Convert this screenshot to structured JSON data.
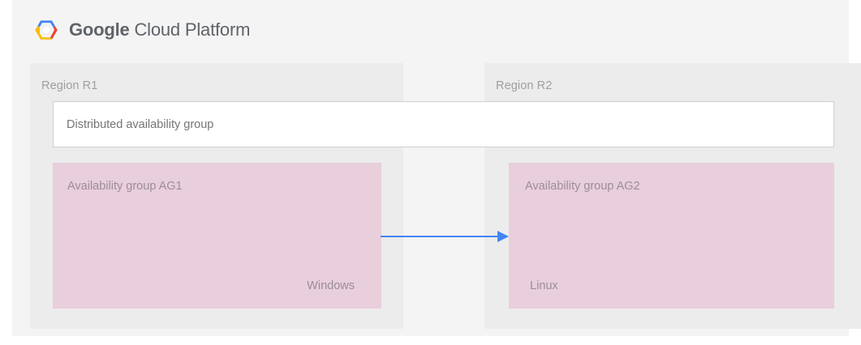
{
  "header": {
    "logo_icon": "google-cloud-platform-logo-icon",
    "brand_strong": "Google",
    "brand_light": " Cloud Platform"
  },
  "diagram": {
    "regions": [
      {
        "label": "Region R1"
      },
      {
        "label": "Region R2"
      }
    ],
    "distributed_group": {
      "label": "Distributed availability group"
    },
    "availability_groups": [
      {
        "title": "Availability group AG1",
        "os": "Windows"
      },
      {
        "title": "Availability group AG2",
        "os": "Linux"
      }
    ],
    "connector": {
      "icon": "right-arrow-icon",
      "direction": "left-to-right",
      "color": "#4285f4"
    }
  },
  "colors": {
    "page_background": "#ffffff",
    "outer_card": "#f4f4f4",
    "region_panel": "#ececec",
    "band_fill": "#ffffff",
    "band_border": "#cfcfcf",
    "availability_group_fill": "#e9cedc",
    "text_muted": "#9e9e9e",
    "text_band": "#757575",
    "text_on_pink": "#9b8e95",
    "arrow": "#4285f4",
    "logo_blue": "#4285f4",
    "logo_yellow": "#fbbc05",
    "logo_red": "#ea4335",
    "logo_center": "#f1f1f1"
  }
}
